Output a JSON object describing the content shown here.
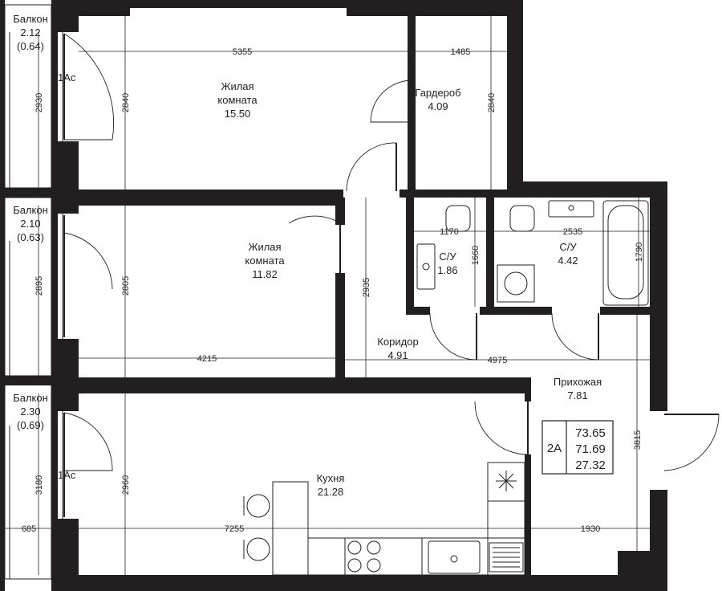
{
  "rooms": [
    {
      "id": "living1",
      "name1": "Жилая",
      "name2": "комната",
      "area": "15.50"
    },
    {
      "id": "wardrobe",
      "name1": "Гардероб",
      "area": "4.09"
    },
    {
      "id": "living2",
      "name1": "Жилая",
      "name2": "комната",
      "area": "11.82"
    },
    {
      "id": "wc1",
      "name1": "С/У",
      "area": "1.86"
    },
    {
      "id": "wc2",
      "name1": "С/У",
      "area": "4.42"
    },
    {
      "id": "corridor",
      "name1": "Коридор",
      "area": "4.91"
    },
    {
      "id": "hall",
      "name1": "Прихожая",
      "area": "7.81"
    },
    {
      "id": "kitchen",
      "name1": "Кухня",
      "area": "21.28"
    }
  ],
  "balconies": [
    {
      "name": "Балкон",
      "area": "2.12",
      "reduced": "(0.64)"
    },
    {
      "name": "Балкон",
      "area": "2.10",
      "reduced": "(0.63)"
    },
    {
      "name": "Балкон",
      "area": "2.30",
      "reduced": "(0.69)"
    }
  ],
  "dimensions": {
    "d5355": "5355",
    "d1485": "1485",
    "d2840a": "2840",
    "d2840b": "2840",
    "d2930": "2930",
    "d2895": "2895",
    "d2805": "2805",
    "d4215": "4215",
    "d2935": "2935",
    "d1170": "1170",
    "d1660": "1660",
    "d2535": "2535",
    "d1790": "1790",
    "d4975": "4975",
    "d3815": "3815",
    "d3180": "3180",
    "d2960": "2960",
    "d685": "685",
    "d7255": "7255",
    "d1930": "1930"
  },
  "marks": {
    "ac1": "1Ас",
    "ac2": "1Ас"
  },
  "apartment": {
    "type": "2А",
    "total_area": "73.65",
    "area_reduced": "71.69",
    "living_area": "27.32"
  }
}
